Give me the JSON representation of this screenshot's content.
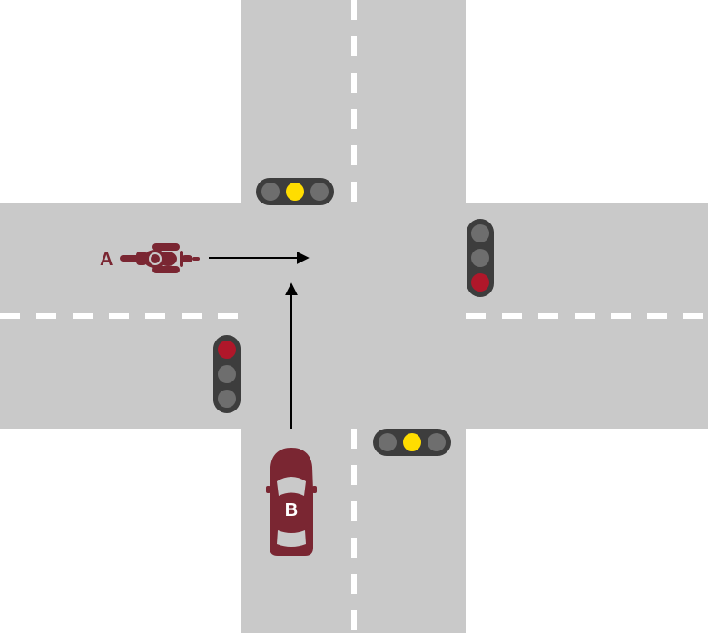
{
  "colors": {
    "road": "#c9c9c9",
    "lane_marking": "#ffffff",
    "vehicle": "#7a2632",
    "signal_housing": "#3d3d3d",
    "lamp_off": "#6e6e6e",
    "lamp_yellow": "#ffdd00",
    "lamp_red": "#b0172a",
    "arrow": "#000000"
  },
  "vehicles": {
    "motorcycle": {
      "label": "A",
      "icon": "motorcycle-top-view-icon"
    },
    "car": {
      "label": "B",
      "icon": "car-top-view-icon"
    }
  },
  "signals": {
    "north": {
      "active": "yellow"
    },
    "east": {
      "active": "red"
    },
    "west": {
      "active": "red"
    },
    "south": {
      "active": "yellow"
    }
  }
}
